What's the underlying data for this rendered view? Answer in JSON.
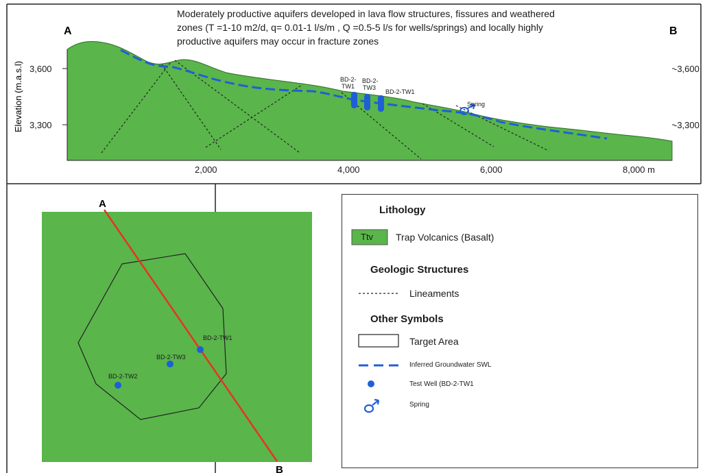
{
  "section": {
    "description_lines": [
      "Moderately productive aquifers developed in lava flow structures, fissures and weathered",
      "zones  (T =1-10 m2/d, q= 0.01-1 l/s/m , Q =0.5-5 l/s  for wells/springs) and locally highly",
      "productive aquifers may occur in fracture zones"
    ],
    "end_label_left": "A",
    "end_label_right": "B",
    "y_axis_label": "Elevation (m.a.s.l)",
    "y_ticks_left": [
      "3,600",
      "3,300"
    ],
    "y_ticks_right": [
      "-3,600",
      "-3,300"
    ],
    "x_ticks": [
      "2,000",
      "4,000",
      "6,000",
      "8,000 m"
    ],
    "wells": [
      {
        "name_line1": "BD-2-",
        "name_line2": "TW1"
      },
      {
        "name_line1": "BD-2-",
        "name_line2": "TW3"
      },
      {
        "name_line1": "BD-2-TW1",
        "name_line2": ""
      }
    ],
    "spring_label": "Spring"
  },
  "map": {
    "line_start_label": "A",
    "line_end_label": "B",
    "wells": [
      "BD-2-TW1",
      "BD-2-TW3",
      "BD-2-TW2"
    ]
  },
  "legend": {
    "lithology_heading": "Lithology",
    "ttv_code": "Ttv",
    "ttv_label": "Trap Volcanics (Basalt)",
    "structures_heading": "Geologic Structures",
    "lineaments_label": "Lineaments",
    "other_heading": "Other Symbols",
    "target_area_label": "Target Area",
    "swl_label": "Inferred Groundwater SWL",
    "test_well_label": "Test Well (BD-2-TW1",
    "spring_label": "Spring"
  },
  "colors": {
    "basalt_green": "#5ab54b",
    "groundwater_blue": "#1f5fd6",
    "section_line_red": "#e8341c"
  }
}
